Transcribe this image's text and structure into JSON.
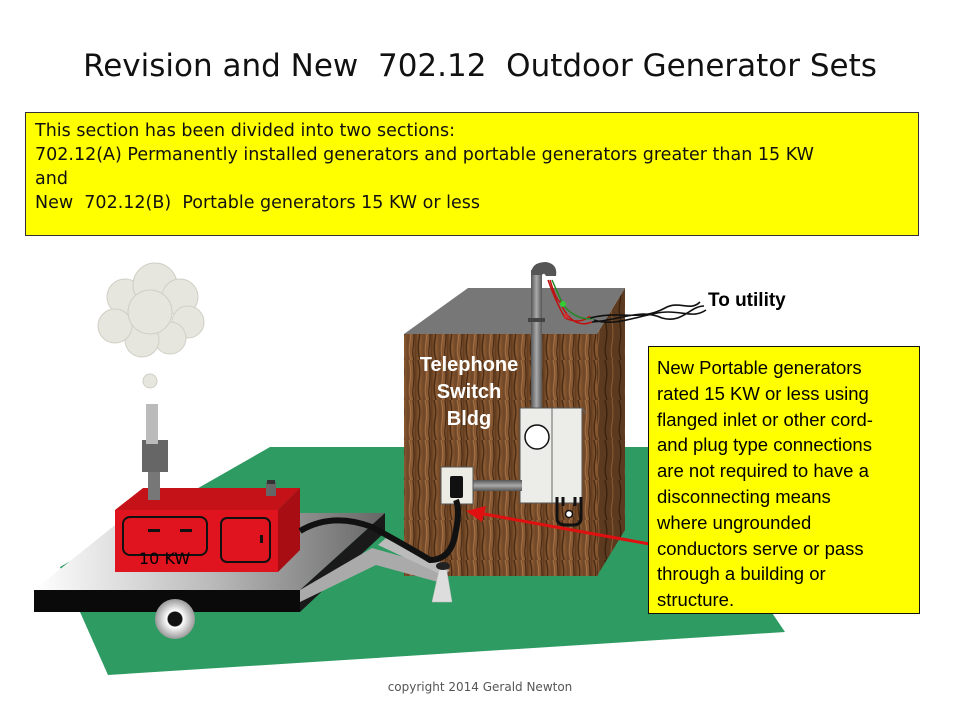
{
  "title": "Revision and New  702.12  Outdoor Generator Sets",
  "intro": {
    "lines": [
      "This section has been divided into two sections:",
      "702.12(A) Permanently installed generators and portable generators greater than 15 KW",
      "and",
      "New  702.12(B)  Portable generators 15 KW or less"
    ]
  },
  "callout": {
    "lines": [
      "New  Portable generators",
      "rated 15 KW or less using",
      "flanged inlet or other cord-",
      "and plug type connections",
      "are not required to have a",
      "disconnecting means",
      "where ungrounded",
      "conductors serve or pass",
      "through a building or",
      "structure."
    ]
  },
  "building_label": [
    "Telephone",
    "Switch",
    "Bldg"
  ],
  "utility_label": "To utility",
  "generator_label": "10 KW",
  "copyright": "copyright 2014 Gerald Newton",
  "colors": {
    "ground": "#2e9b62",
    "generator": "#e0141e",
    "highlight": "#ffff00",
    "arrow": "#e01010"
  }
}
